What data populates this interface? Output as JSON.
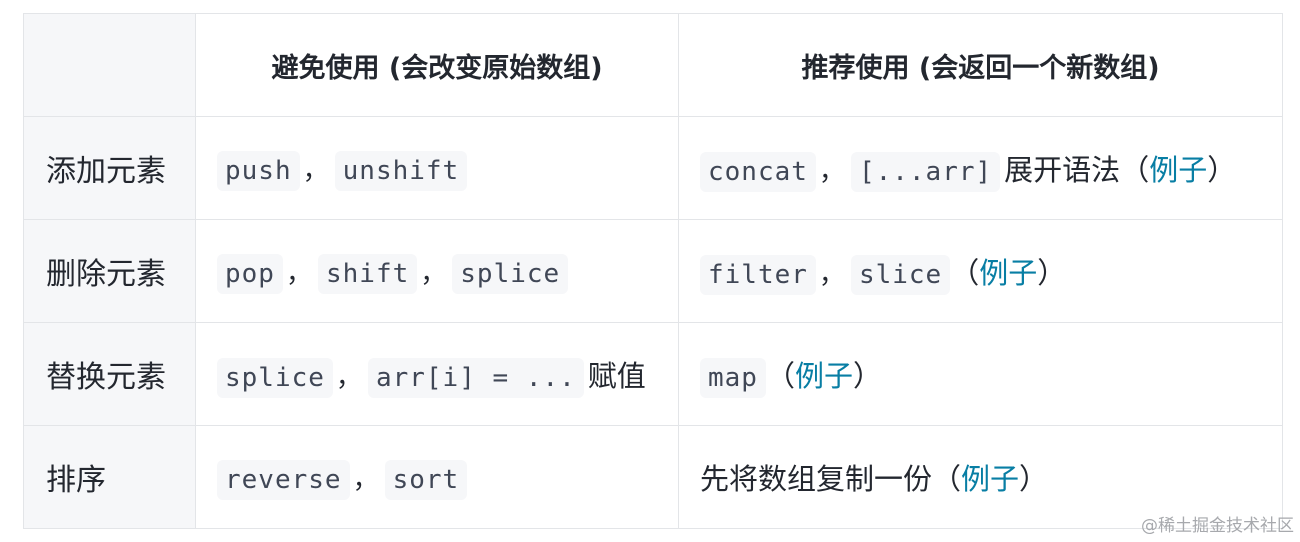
{
  "header": {
    "corner": "",
    "avoid": "避免使用 (会改变原始数组)",
    "prefer": "推荐使用 (会返回一个新数组)"
  },
  "rows": [
    {
      "label": "添加元素",
      "avoid": [
        "push",
        "unshift"
      ],
      "prefer_code": [
        "concat",
        "[...arr]"
      ],
      "prefer_text": "展开语法",
      "link": "例子"
    },
    {
      "label": "删除元素",
      "avoid": [
        "pop",
        "shift",
        "splice"
      ],
      "prefer_code": [
        "filter",
        "slice"
      ],
      "link": "例子"
    },
    {
      "label": "替换元素",
      "avoid": [
        "splice",
        "arr[i] = ..."
      ],
      "avoid_text": "赋值",
      "prefer_code": [
        "map"
      ],
      "link": "例子"
    },
    {
      "label": "排序",
      "avoid": [
        "reverse",
        "sort"
      ],
      "prefer_text": "先将数组复制一份",
      "link": "例子"
    }
  ],
  "punct": {
    "comma": "，",
    "lparen": "（",
    "rparen": "）"
  },
  "watermark": "@稀土掘金技术社区",
  "colors": {
    "link": "#087ea4",
    "code_bg": "#f6f7f9",
    "border": "#e3e5e8"
  }
}
